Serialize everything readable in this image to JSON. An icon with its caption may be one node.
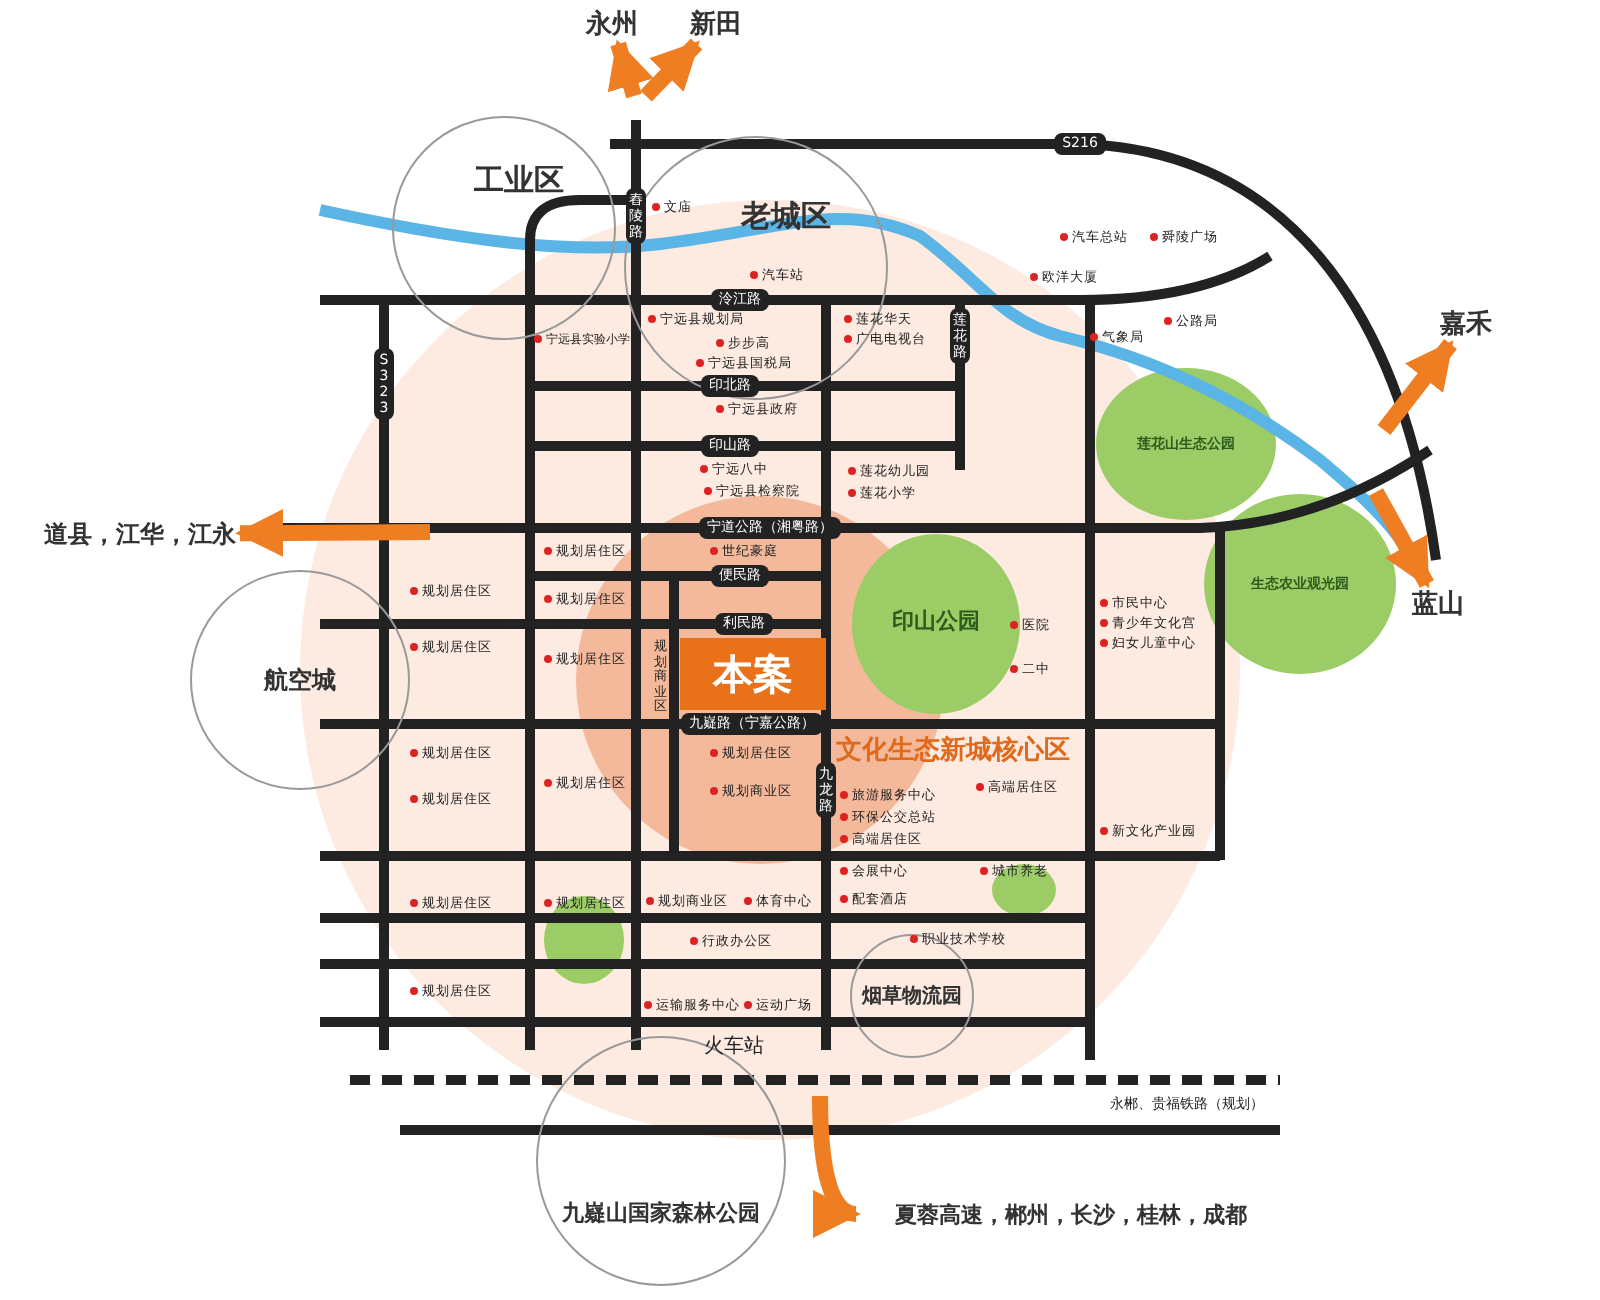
{
  "diagram": {
    "nodes": [
      {
        "text": [
          "工业区"
        ]
      },
      {
        "text": [
          "老城区"
        ]
      },
      {
        "text": [
          "航空城"
        ]
      },
      {
        "text": [
          "本案"
        ]
      },
      {
        "text": [
          "烟草物流园"
        ]
      },
      {
        "text": [
          "九嶷山国家森林公园"
        ]
      },
      {
        "text": [
          "永州"
        ]
      },
      {
        "text": [
          "新田"
        ]
      },
      {
        "text": [
          "嘉禾"
        ]
      },
      {
        "text": [
          "蓝山"
        ]
      },
      {
        "text": [
          "道县，江华，江永"
        ]
      },
      {
        "text": [
          "夏蓉高速，郴州，长沙，桂林，成都"
        ]
      },
      {
        "text": [
          "莲花山生态公园"
        ]
      },
      {
        "text": [
          "生态农业观光园"
        ]
      },
      {
        "text": [
          "印山公园"
        ]
      }
    ],
    "edges": [
      {
        "from": null,
        "to": 6,
        "arrow": "to"
      },
      {
        "from": null,
        "to": 7,
        "arrow": "to"
      },
      {
        "from": null,
        "to": 8,
        "arrow": "to"
      },
      {
        "from": null,
        "to": 9,
        "arrow": "to"
      },
      {
        "from": null,
        "to": 10,
        "arrow": "to"
      },
      {
        "from": null,
        "to": 11,
        "arrow": "to"
      }
    ],
    "labels": [
      "S216",
      "S323",
      "舂陵路",
      "泠江路",
      "印北路",
      "印山路",
      "宁道公路（湘粤路）",
      "便民路",
      "利民路",
      "九嶷路（宁嘉公路）",
      "莲花路",
      "九龙路",
      "文庙",
      "汽车站",
      "宁远县实验小学",
      "宁远县规划局",
      "步步高",
      "宁远县国税局",
      "莲花华天",
      "广电电视台",
      "宁远县政府",
      "宁远八中",
      "宁远县检察院",
      "莲花幼儿园",
      "莲花小学",
      "汽车总站",
      "舜陵广场",
      "欧洋大厦",
      "公路局",
      "气象局",
      "世纪豪庭",
      "规划居住区",
      "规划居住区",
      "规划居住区",
      "规划居住区",
      "规划居住区",
      "规划居住区",
      "规划居住区",
      "规划居住区",
      "规划居住区",
      "规划居住区",
      "规划居住区",
      "规划商业区",
      "规划居住区",
      "规划商业区",
      "市民中心",
      "青少年文化宫",
      "妇女儿童中心",
      "医院",
      "二中",
      "文化生态新城核心区",
      "高端居住区",
      "旅游服务中心",
      "环保公交总站",
      "高端居住区",
      "新文化产业园",
      "会展中心",
      "城市养老",
      "规划商业区",
      "体育中心",
      "配套酒店",
      "行政办公区",
      "职业技术学校",
      "运输服务中心",
      "运动广场",
      "火车站",
      "永郴、贵福铁路（规划）"
    ]
  }
}
